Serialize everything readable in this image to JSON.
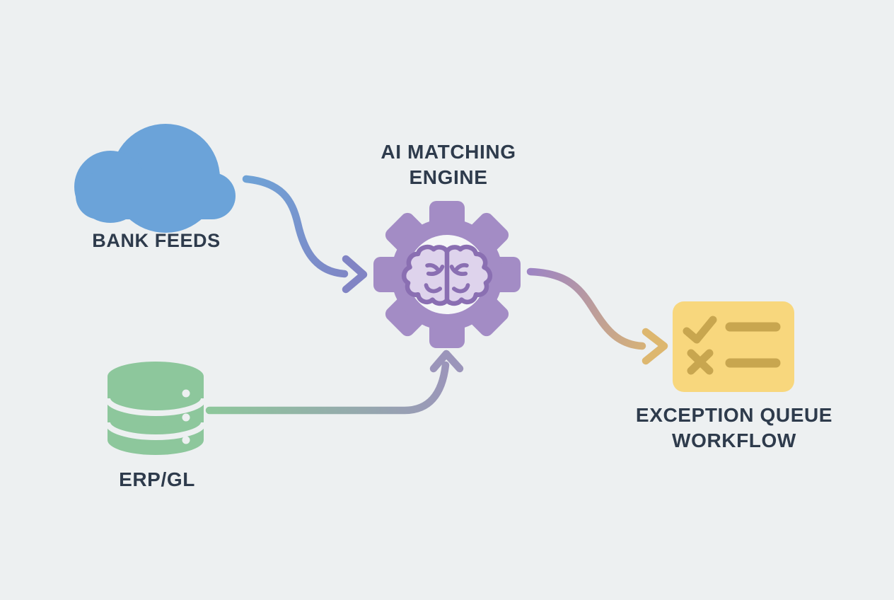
{
  "diagram": {
    "background_color": "#edf0f1",
    "label_color": "#2e3b4c",
    "nodes": {
      "bank_feeds": {
        "label": "BANK FEEDS",
        "icon": "cloud",
        "color": "#6ba3d9"
      },
      "ai_engine": {
        "label_line1": "AI MATCHING",
        "label_line2": "ENGINE",
        "icon": "gear-brain",
        "color": "#a38cc5",
        "inner_circle_color": "#f5f7f8",
        "brain_fill": "#ded3ec",
        "brain_stroke": "#8a6fb2"
      },
      "erp_gl": {
        "label": "ERP/GL",
        "icon": "database",
        "color": "#8dc79c",
        "detail_color": "#edf0f1"
      },
      "exception_queue": {
        "label_line1": "EXCEPTION QUEUE",
        "label_line2": "WORKFLOW",
        "icon": "checklist-card",
        "color": "#f8d77d",
        "glyph_color": "#c8a64f"
      }
    },
    "edges": {
      "bank_to_engine": {
        "from": "bank_feeds",
        "to": "ai_engine",
        "color_start": "#6fa2d6",
        "color_end": "#8184c4"
      },
      "erp_to_engine": {
        "from": "erp_gl",
        "to": "ai_engine",
        "color_start": "#8dc79b",
        "color_end": "#9b95ba"
      },
      "engine_to_queue": {
        "from": "ai_engine",
        "to": "exception_queue",
        "color_start": "#9e85c3",
        "color_end": "#ddb76f"
      }
    }
  }
}
